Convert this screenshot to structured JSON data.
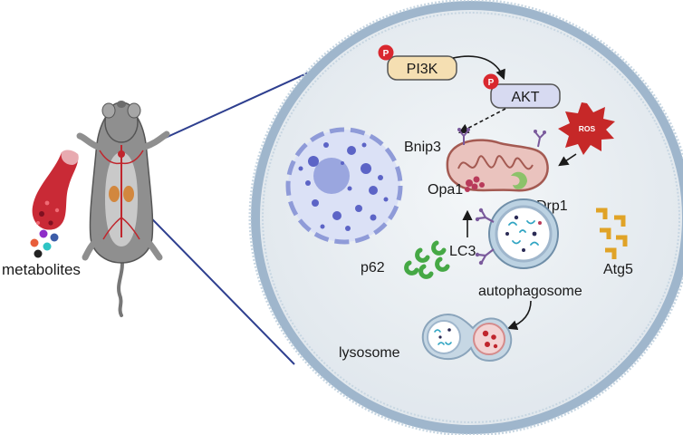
{
  "labels": {
    "metabolites": "metabolites",
    "pi3k": "PI3K",
    "akt": "AKT",
    "phospho_pi3k": "P",
    "phospho_akt": "P",
    "ros": "ROS",
    "bnip3": "Bnip3",
    "opa1": "Opa1",
    "drp1": "Drp1",
    "lc3": "LC3",
    "p62": "p62",
    "atg5": "Atg5",
    "autophagosome": "autophagosome",
    "lysosome": "lysosome"
  },
  "colors": {
    "cell_border": "#9fb6cc",
    "cell_fill": "#e9eef2",
    "connector": "#2e3f8f",
    "nucleus": "#aab6e6",
    "nucleus_dots": "#5c64c6",
    "mito": "#eac3be",
    "mito_stroke": "#a45a52",
    "pi3k_fill": "#f5dfb2",
    "akt_fill": "#d7daf1",
    "phospho": "#d9282f",
    "ros": "#c62828",
    "p62": "#45a845",
    "atg5": "#e0a327",
    "lc3": "#7a5a9c",
    "opa1": "#b83a5a",
    "drp1": "#8cc26a",
    "metabolite_dots": [
      "#8e2dc8",
      "#2a9d8f",
      "#e85d3a",
      "#3c5ca8",
      "#222222"
    ]
  }
}
